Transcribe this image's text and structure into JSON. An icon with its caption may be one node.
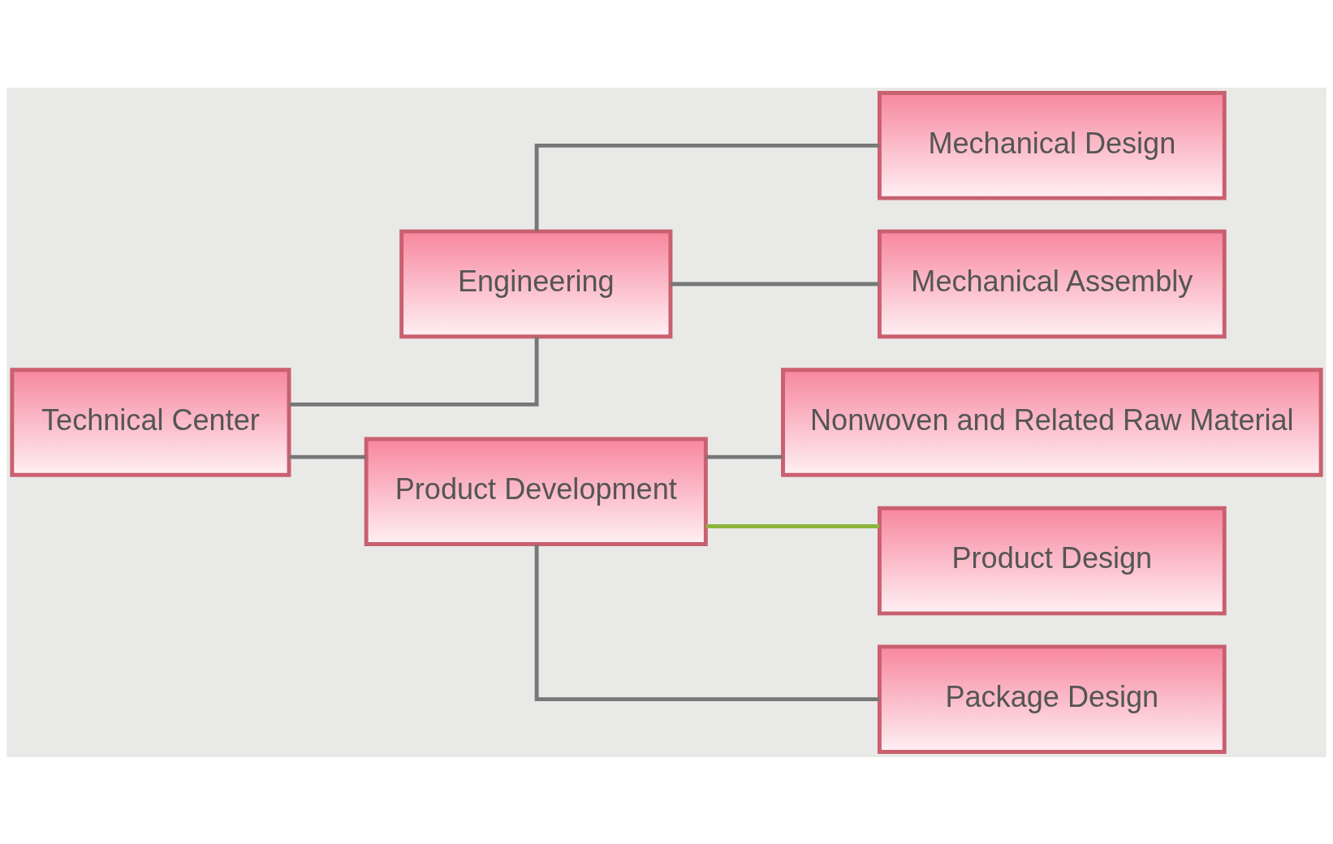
{
  "diagram": {
    "nodes": [
      {
        "text": [
          "Technical Center"
        ]
      },
      {
        "text": [
          "Engineering"
        ]
      },
      {
        "text": [
          "Product Development"
        ]
      },
      {
        "text": [
          "Mechanical Design"
        ]
      },
      {
        "text": [
          "Mechanical Assembly"
        ]
      },
      {
        "text": [
          "Nonwoven and Related Raw Material"
        ]
      },
      {
        "text": [
          "Product Design"
        ]
      },
      {
        "text": [
          "Package Design"
        ]
      }
    ],
    "edges": [
      {
        "from": 0,
        "to": 1,
        "arrow": "none"
      },
      {
        "from": 0,
        "to": 2,
        "arrow": "none"
      },
      {
        "from": 1,
        "to": 3,
        "arrow": "none"
      },
      {
        "from": 1,
        "to": 4,
        "arrow": "none"
      },
      {
        "from": 2,
        "to": 5,
        "arrow": "none"
      },
      {
        "from": 2,
        "to": 6,
        "arrow": "none",
        "color": "#8cb43c"
      },
      {
        "from": 2,
        "to": 7,
        "arrow": "none"
      }
    ]
  }
}
